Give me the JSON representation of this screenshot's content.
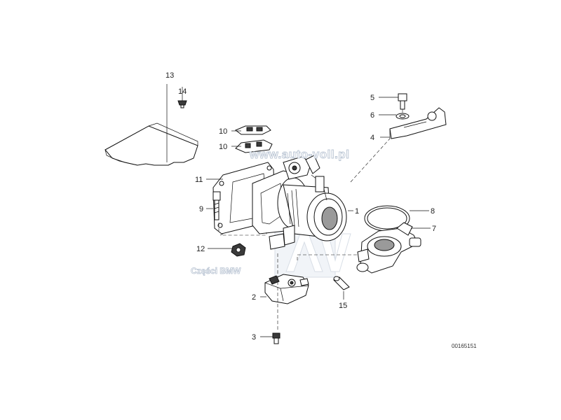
{
  "diagram": {
    "callouts": {
      "p1": "1",
      "p2": "2",
      "p3": "3",
      "p4": "4",
      "p5": "5",
      "p6": "6",
      "p7": "7",
      "p8": "8",
      "p9": "9",
      "p10a": "10",
      "p10b": "10",
      "p11": "11",
      "p12": "12",
      "p13": "13",
      "p14": "14",
      "p15": "15"
    },
    "document_id": "00165151"
  },
  "watermark": {
    "url": "www.auto-voll.pl",
    "subtitle": "Części BMW",
    "logo_letters": "AV"
  },
  "colors": {
    "line": "#111111",
    "watermark_outline": "#b9c4d3",
    "watermark_fill": "#dfe6ef"
  }
}
